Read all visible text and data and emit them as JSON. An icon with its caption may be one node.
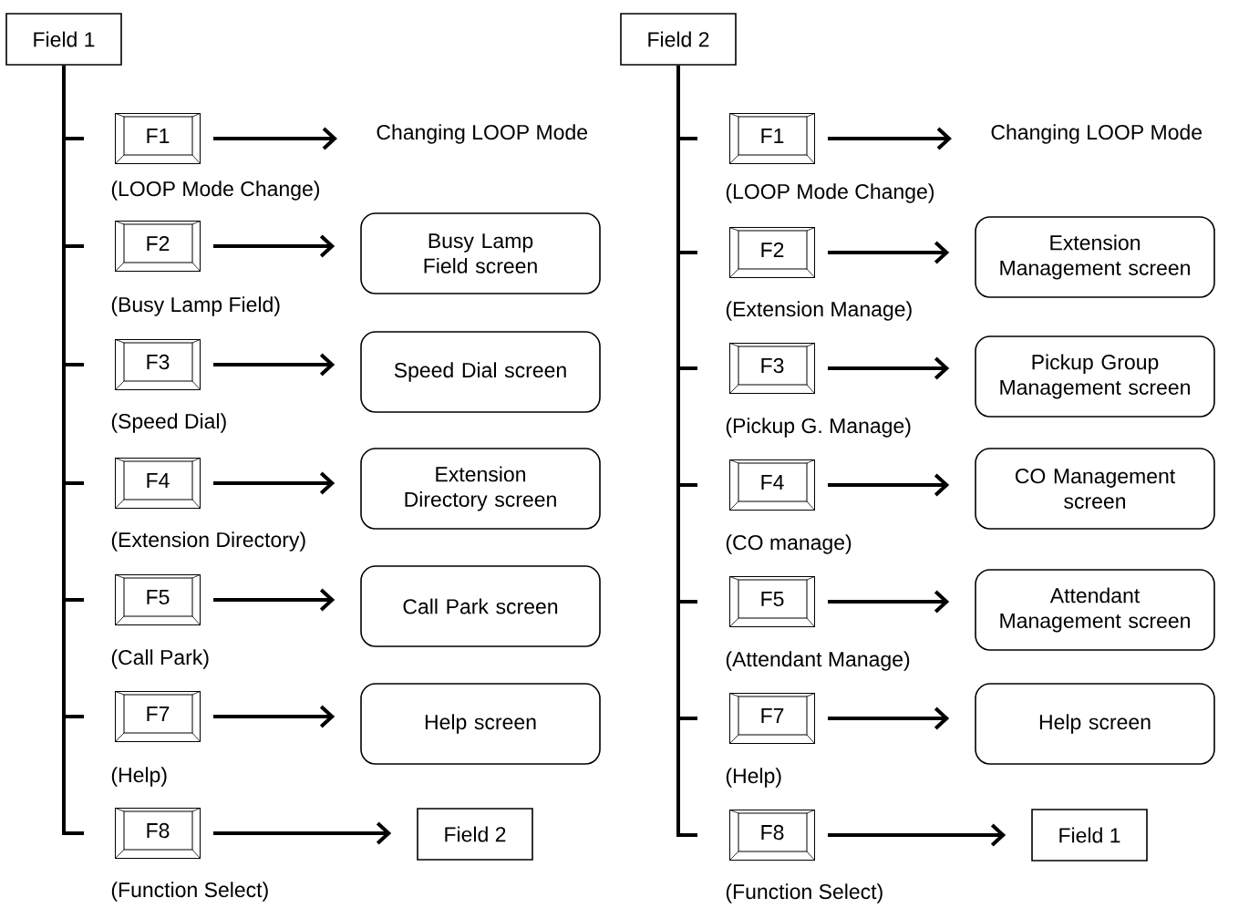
{
  "diagram": {
    "nodes": [
      {
        "text": [
          "Field 1"
        ]
      },
      {
        "text": [
          "F1"
        ],
        "beside": [
          "(LOOP Mode Change)"
        ]
      },
      {
        "text": [
          "Changing LOOP Mode"
        ]
      },
      {
        "text": [
          "F2"
        ],
        "beside": [
          "(Busy Lamp Field)"
        ]
      },
      {
        "text": [
          "Busy Lamp Field screen"
        ]
      },
      {
        "text": [
          "F3"
        ],
        "beside": [
          "(Speed Dial)"
        ]
      },
      {
        "text": [
          "Speed Dial screen"
        ]
      },
      {
        "text": [
          "F4"
        ],
        "beside": [
          "(Extension Directory)"
        ]
      },
      {
        "text": [
          "Extension Directory screen"
        ]
      },
      {
        "text": [
          "F5"
        ],
        "beside": [
          "(Call Park)"
        ]
      },
      {
        "text": [
          "Call Park screen"
        ]
      },
      {
        "text": [
          "F7"
        ],
        "beside": [
          "(Help)"
        ]
      },
      {
        "text": [
          "Help screen"
        ]
      },
      {
        "text": [
          "F8"
        ],
        "beside": [
          "(Function Select)"
        ]
      },
      {
        "text": [
          "Field 2"
        ]
      },
      {
        "text": [
          "Field 2"
        ]
      },
      {
        "text": [
          "F1"
        ],
        "beside": [
          "(LOOP Mode Change)"
        ]
      },
      {
        "text": [
          "Changing LOOP Mode"
        ]
      },
      {
        "text": [
          "F2"
        ],
        "beside": [
          "(Extension Manage)"
        ]
      },
      {
        "text": [
          "Extension Management screen"
        ]
      },
      {
        "text": [
          "F3"
        ],
        "beside": [
          "(Pickup G. Manage)"
        ]
      },
      {
        "text": [
          "Pickup Group Management screen"
        ]
      },
      {
        "text": [
          "F4"
        ],
        "beside": [
          "(CO manage)"
        ]
      },
      {
        "text": [
          "CO Management screen"
        ]
      },
      {
        "text": [
          "F5"
        ],
        "beside": [
          "(Attendant Manage)"
        ]
      },
      {
        "text": [
          "Attendant Management screen"
        ]
      },
      {
        "text": [
          "F7"
        ],
        "beside": [
          "(Help)"
        ]
      },
      {
        "text": [
          "Help screen"
        ]
      },
      {
        "text": [
          "F8"
        ],
        "beside": [
          "(Function Select)"
        ]
      },
      {
        "text": [
          "Field 1"
        ]
      }
    ],
    "edges": [
      {
        "from": 0,
        "to": 1,
        "arrow": "none"
      },
      {
        "from": 0,
        "to": 3,
        "arrow": "none"
      },
      {
        "from": 0,
        "to": 5,
        "arrow": "none"
      },
      {
        "from": 0,
        "to": 7,
        "arrow": "none"
      },
      {
        "from": 0,
        "to": 9,
        "arrow": "none"
      },
      {
        "from": 0,
        "to": 11,
        "arrow": "none"
      },
      {
        "from": 0,
        "to": 13,
        "arrow": "none"
      },
      {
        "from": 1,
        "to": 2,
        "arrow": "to"
      },
      {
        "from": 3,
        "to": 4,
        "arrow": "to"
      },
      {
        "from": 5,
        "to": 6,
        "arrow": "to"
      },
      {
        "from": 7,
        "to": 8,
        "arrow": "to"
      },
      {
        "from": 9,
        "to": 10,
        "arrow": "to"
      },
      {
        "from": 11,
        "to": 12,
        "arrow": "to"
      },
      {
        "from": 13,
        "to": 14,
        "arrow": "to"
      },
      {
        "from": 15,
        "to": 16,
        "arrow": "none"
      },
      {
        "from": 15,
        "to": 18,
        "arrow": "none"
      },
      {
        "from": 15,
        "to": 20,
        "arrow": "none"
      },
      {
        "from": 15,
        "to": 22,
        "arrow": "none"
      },
      {
        "from": 15,
        "to": 24,
        "arrow": "none"
      },
      {
        "from": 15,
        "to": 26,
        "arrow": "none"
      },
      {
        "from": 15,
        "to": 28,
        "arrow": "none"
      },
      {
        "from": 16,
        "to": 17,
        "arrow": "to"
      },
      {
        "from": 18,
        "to": 19,
        "arrow": "to"
      },
      {
        "from": 20,
        "to": 21,
        "arrow": "to"
      },
      {
        "from": 22,
        "to": 23,
        "arrow": "to"
      },
      {
        "from": 24,
        "to": 25,
        "arrow": "to"
      },
      {
        "from": 26,
        "to": 27,
        "arrow": "to"
      },
      {
        "from": 28,
        "to": 29,
        "arrow": "to"
      }
    ]
  }
}
